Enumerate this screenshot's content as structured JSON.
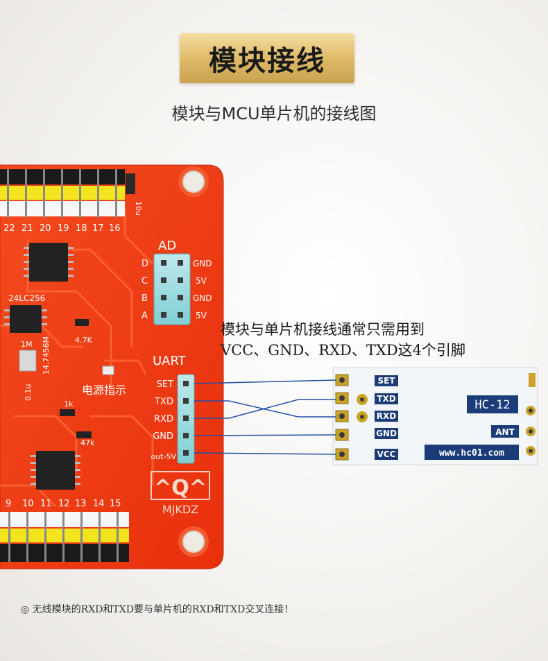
{
  "header": {
    "title": "模块接线",
    "subtitle": "模块与MCU单片机的接线图"
  },
  "note": {
    "line1": "模块与单片机接线通常只需用到",
    "line2": "VCC、GND、RXD、TXD这4个引脚"
  },
  "footer": {
    "text": "◎ 无线模块的RXD和TXD要与单片机的RXD和TXD交叉连接！"
  },
  "mcu_board": {
    "top_pin_numbers": [
      "22",
      "21",
      "20",
      "19",
      "18",
      "17",
      "16"
    ],
    "bottom_pin_numbers": [
      "9",
      "10",
      "11",
      "12",
      "13",
      "14",
      "15"
    ],
    "ad_label": "AD",
    "ad_left_labels": [
      "D",
      "C",
      "B",
      "A"
    ],
    "ad_right_labels": [
      "GND",
      "5V",
      "GND",
      "5V"
    ],
    "uart_label": "UART",
    "uart_pins": [
      "SET",
      "TXD",
      "RXD",
      "GND",
      "out-5V"
    ],
    "chip_label": "24LC256",
    "resistor_labels": [
      "4.7K",
      "1M",
      "1k",
      "47k"
    ],
    "crystal_label": "14.7456M",
    "cap_label": "0.1u",
    "power_label": "电源指示",
    "logo_text": "^Q^",
    "brand": "MJKDZ",
    "side_label": "10u"
  },
  "hc12_module": {
    "pins": [
      "SET",
      "TXD",
      "RXD",
      "GND",
      "VCC"
    ],
    "model": "HC-12",
    "ant_label": "ANT",
    "url": "www.hc01.com"
  },
  "colors": {
    "board": "#f23a12",
    "wire": "#1f4fa8",
    "gold": "#dcb865",
    "module": "#f2f6f8",
    "label_bg": "#1b3c78"
  }
}
